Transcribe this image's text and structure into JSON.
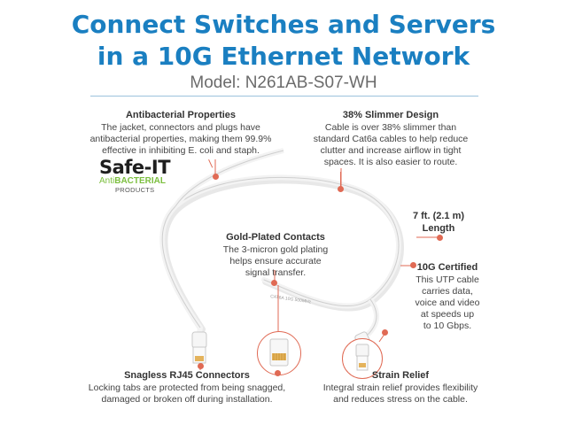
{
  "header": {
    "title_line1": "Connect Switches and Servers",
    "title_line2": "in a 10G Ethernet Network",
    "model": "Model: N261AB-S07-WH"
  },
  "features": {
    "antibacterial": {
      "title": "Antibacterial Properties",
      "lines": [
        "The jacket, connectors and plugs have",
        "antibacterial properties, making them 99.9%",
        "effective in inhibiting E. coli and staph."
      ]
    },
    "slimmer": {
      "title": "38% Slimmer Design",
      "lines": [
        "Cable is over 38% slimmer than",
        "standard Cat6a cables to help reduce",
        "clutter and increase airflow in tight",
        "spaces. It is also easier to route."
      ]
    },
    "length": {
      "title": "7 ft. (2.1 m)",
      "lines": [
        "Length"
      ]
    },
    "gold": {
      "title": "Gold-Plated Contacts",
      "lines": [
        "The 3-micron gold plating",
        "helps ensure accurate",
        "signal transfer."
      ]
    },
    "certified": {
      "title": "10G Certified",
      "lines": [
        "This UTP cable",
        "carries data,",
        "voice and video",
        "at speeds up",
        "to 10 Gbps."
      ]
    },
    "snagless": {
      "title": "Snagless RJ45 Connectors",
      "lines": [
        "Locking tabs are protected from being snagged,",
        "damaged or broken off during installation."
      ]
    },
    "strain": {
      "title": "Strain Relief",
      "lines": [
        "Integral strain relief provides flexibility",
        "and reduces stress on the cable."
      ]
    }
  },
  "logo": {
    "brand": "Safe-IT",
    "anti": "Anti",
    "bacterial": "BACTERIAL",
    "products": "PRODUCTS"
  },
  "cable_print": "CAT6A 10G 500MHz",
  "colors": {
    "title_blue": "#1a7fc1",
    "accent_red": "#e06a54",
    "logo_green": "#7cbf3f"
  }
}
